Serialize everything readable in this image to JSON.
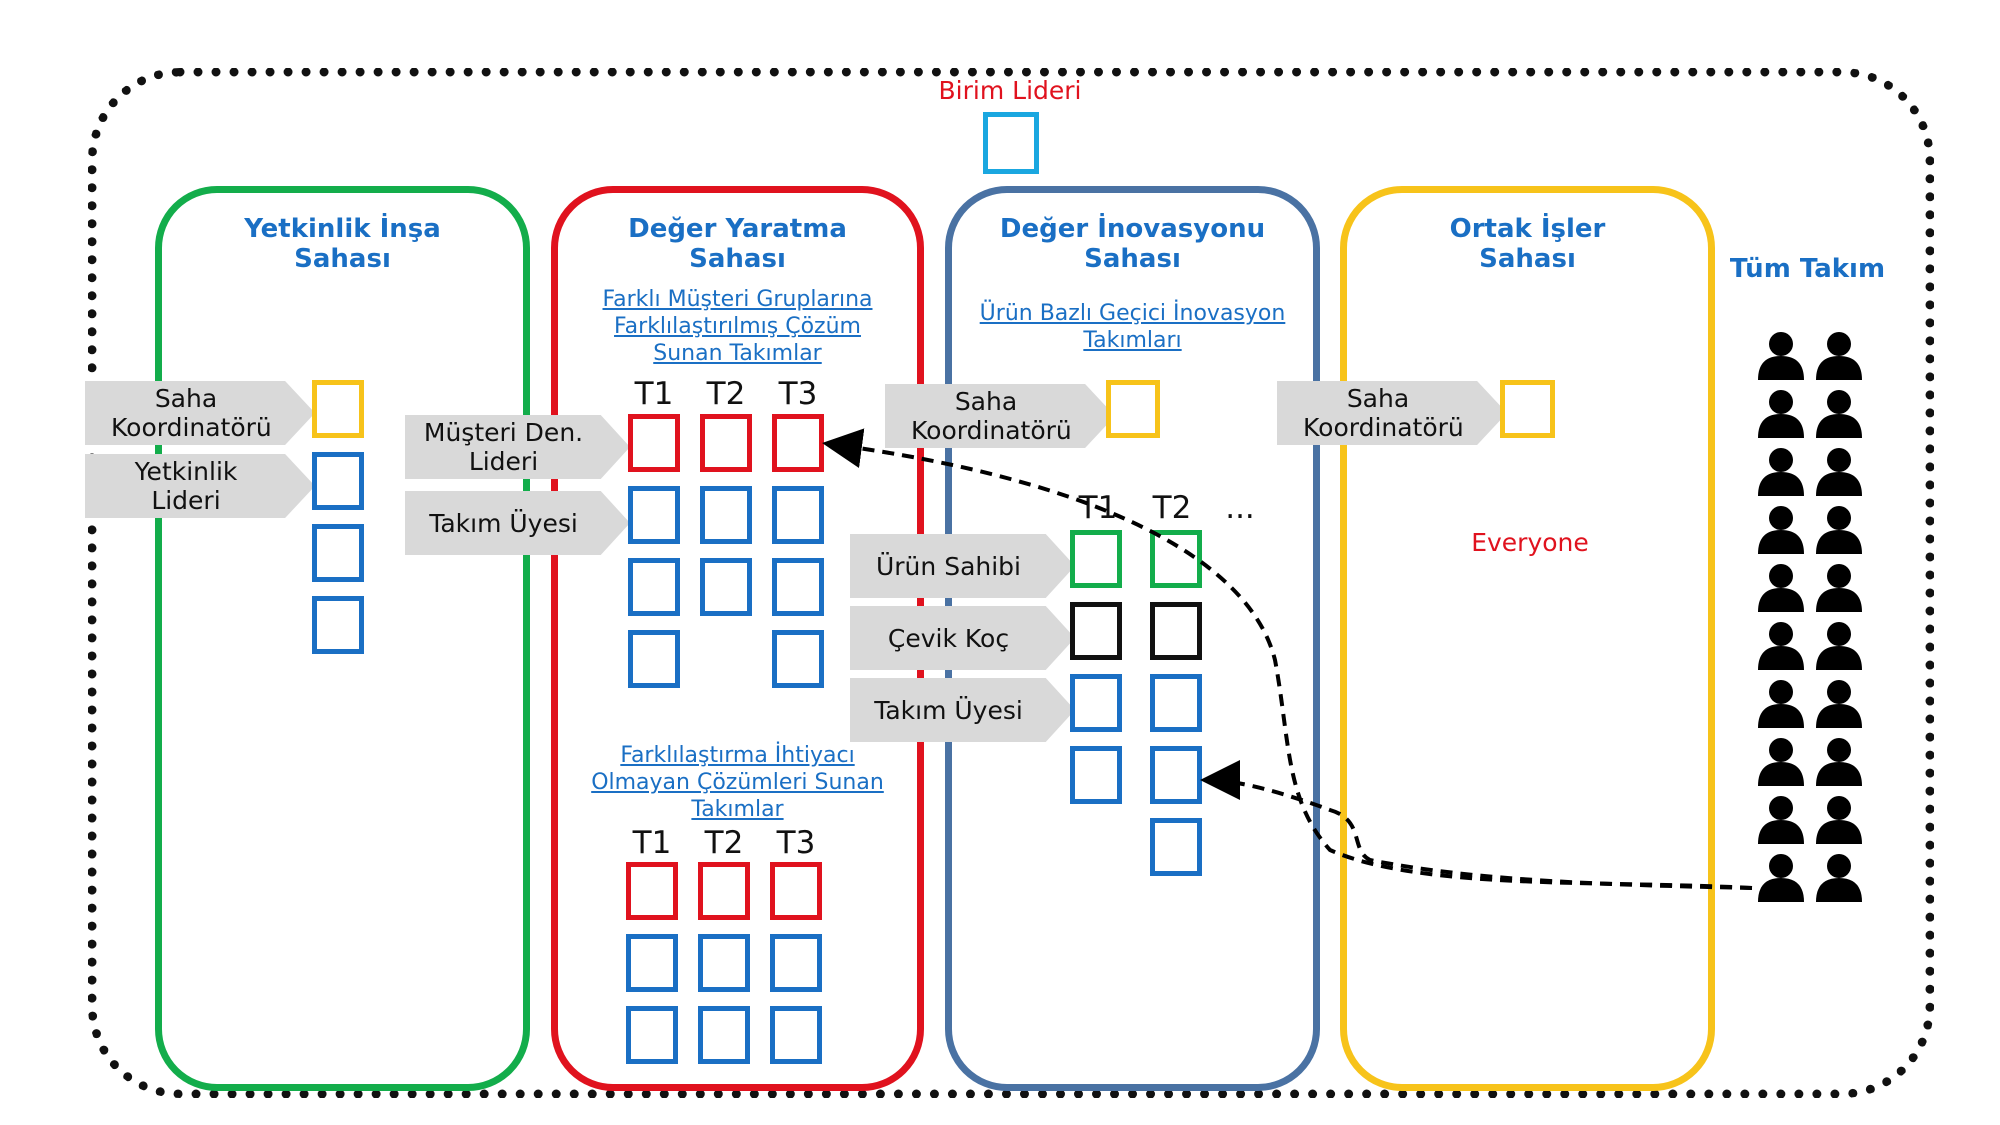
{
  "colors": {
    "green": "#13ad4b",
    "red": "#e0121e",
    "steel": "#4a72a3",
    "yellow": "#f7c31a",
    "blue": "#1a6fc4",
    "cyan": "#1aa7e0",
    "black": "#111111",
    "gray": "#d9d9d9"
  },
  "unit_leader": {
    "label": "Birim Lideri"
  },
  "pillars": [
    {
      "title": "Yetkinlik İnşa Sahası"
    },
    {
      "title": "Değer Yaratma Sahası"
    },
    {
      "title": "Değer İnovasyonu Sahası"
    },
    {
      "title": "Ortak İşler Sahası"
    }
  ],
  "value_creation": {
    "link_top": "Farklı Müşteri Gruplarına Farklılaştırılmış Çözüm Sunan Takımlar",
    "link_bottom": "Farklılaştırma İhtiyacı Olmayan Çözümleri Sunan Takımlar",
    "teams_top": [
      "T1",
      "T2",
      "T3"
    ],
    "teams_bottom": [
      "T1",
      "T2",
      "T3"
    ]
  },
  "innovation": {
    "link": "Ürün Bazlı Geçici İnovasyon Takımları",
    "teams": [
      "T1",
      "T2",
      "..."
    ]
  },
  "shared": {
    "everyone": "Everyone"
  },
  "all_team": {
    "label": "Tüm Takım"
  },
  "role_labels": {
    "saha_koordinatoru": "Saha Koordinatörü",
    "yetkinlik_lideri": "Yetkinlik Lideri",
    "musteri_den_lideri": "Müşteri Den. Lideri",
    "takim_uyesi": "Takım Üyesi",
    "urun_sahibi": "Ürün Sahibi",
    "cevik_koc": "Çevik Koç"
  },
  "icons": [
    "person-icon",
    "dashed-arrow"
  ]
}
